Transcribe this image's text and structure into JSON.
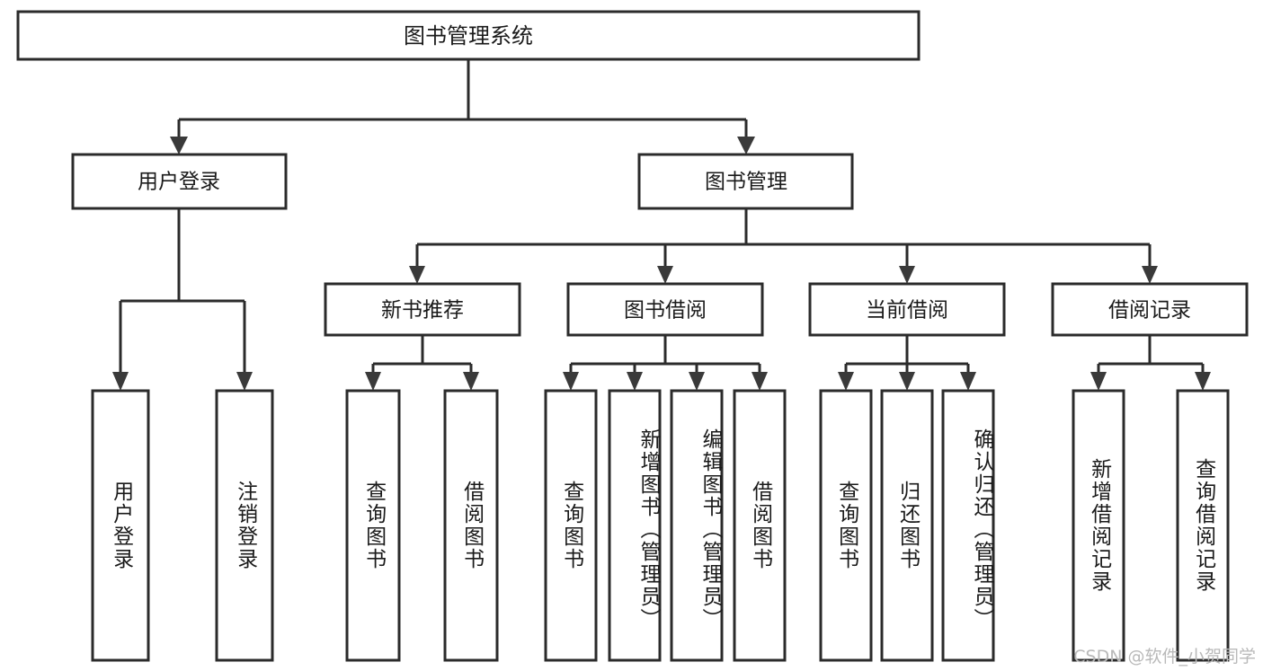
{
  "diagram": {
    "type": "tree",
    "title": "图书管理系统",
    "watermark": "CSDN @软件_小贺同学",
    "colors": {
      "box_stroke": "#2b2b2b",
      "box_fill": "#ffffff",
      "connector": "#2b2b2b",
      "arrow": "#3a3a3a",
      "text": "#1a1a1a",
      "watermark": "#b9b9b9",
      "background": "#ffffff"
    },
    "root": {
      "label": "图书管理系统",
      "level": 0
    },
    "level2": [
      {
        "id": "user-login",
        "label": "用户登录"
      },
      {
        "id": "book-manage",
        "label": "图书管理"
      }
    ],
    "level3": [
      {
        "id": "new-book-recommend",
        "label": "新书推荐",
        "parent": "book-manage"
      },
      {
        "id": "book-borrow",
        "label": "图书借阅",
        "parent": "book-manage"
      },
      {
        "id": "current-borrow",
        "label": "当前借阅",
        "parent": "book-manage"
      },
      {
        "id": "borrow-record",
        "label": "借阅记录",
        "parent": "book-manage"
      }
    ],
    "leaves": {
      "user-login": [
        {
          "id": "leaf-user-login",
          "label": "用户登录"
        },
        {
          "id": "leaf-logout-login",
          "label": "注销登录"
        }
      ],
      "new-book-recommend": [
        {
          "id": "leaf-query-book-1",
          "label": "查询图书"
        },
        {
          "id": "leaf-borrow-book-1",
          "label": "借阅图书"
        }
      ],
      "book-borrow": [
        {
          "id": "leaf-query-book-2",
          "label": "查询图书"
        },
        {
          "id": "leaf-add-book",
          "label": "新增图书（管理员）"
        },
        {
          "id": "leaf-edit-book",
          "label": "编辑图书（管理员）"
        },
        {
          "id": "leaf-borrow-book-2",
          "label": "借阅图书"
        }
      ],
      "current-borrow": [
        {
          "id": "leaf-query-book-3",
          "label": "查询图书"
        },
        {
          "id": "leaf-return-book",
          "label": "归还图书"
        },
        {
          "id": "leaf-confirm-return",
          "label": "确认归还（管理员）"
        }
      ],
      "borrow-record": [
        {
          "id": "leaf-add-record",
          "label": "新增借阅记录"
        },
        {
          "id": "leaf-query-record",
          "label": "查询借阅记录"
        }
      ]
    }
  }
}
